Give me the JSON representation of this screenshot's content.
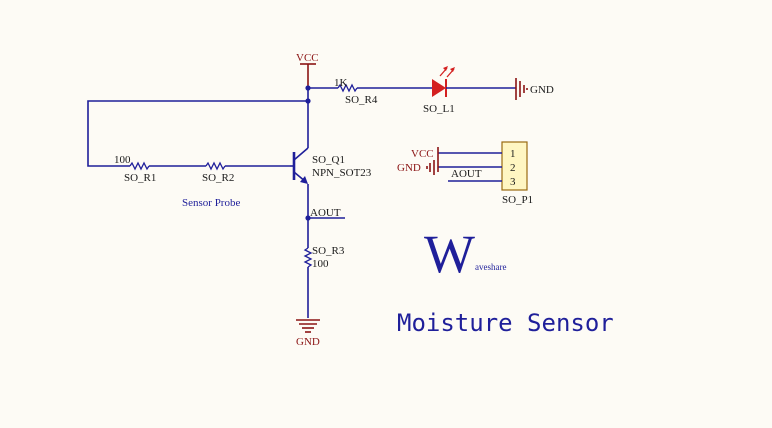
{
  "labels": {
    "vcc_top": "VCC",
    "r4_value": "1K",
    "r4_ref": "SO_R4",
    "led_ref": "SO_L1",
    "gnd_led": "GND",
    "r1_value": "100",
    "r1_ref": "SO_R1",
    "r2_ref": "SO_R2",
    "sensor_probe": "Sensor Probe",
    "q1_ref": "SO_Q1",
    "q1_value": "NPN_SOT23",
    "aout_net": "AOUT",
    "r3_ref": "SO_R3",
    "r3_value": "100",
    "gnd_bottom": "GND",
    "conn_vcc": "VCC",
    "conn_gnd": "GND",
    "conn_aout": "AOUT",
    "pin1": "1",
    "pin2": "2",
    "pin3": "3",
    "conn_ref": "SO_P1"
  },
  "logo": {
    "letter": "W",
    "suffix": "aveshare"
  },
  "title": "Moisture Sensor",
  "colors": {
    "wire": "#1f1f9a",
    "power": "#8b1414",
    "led": "#d42020",
    "connector_fill": "#fff6c2",
    "connector_stroke": "#9a6a10"
  }
}
